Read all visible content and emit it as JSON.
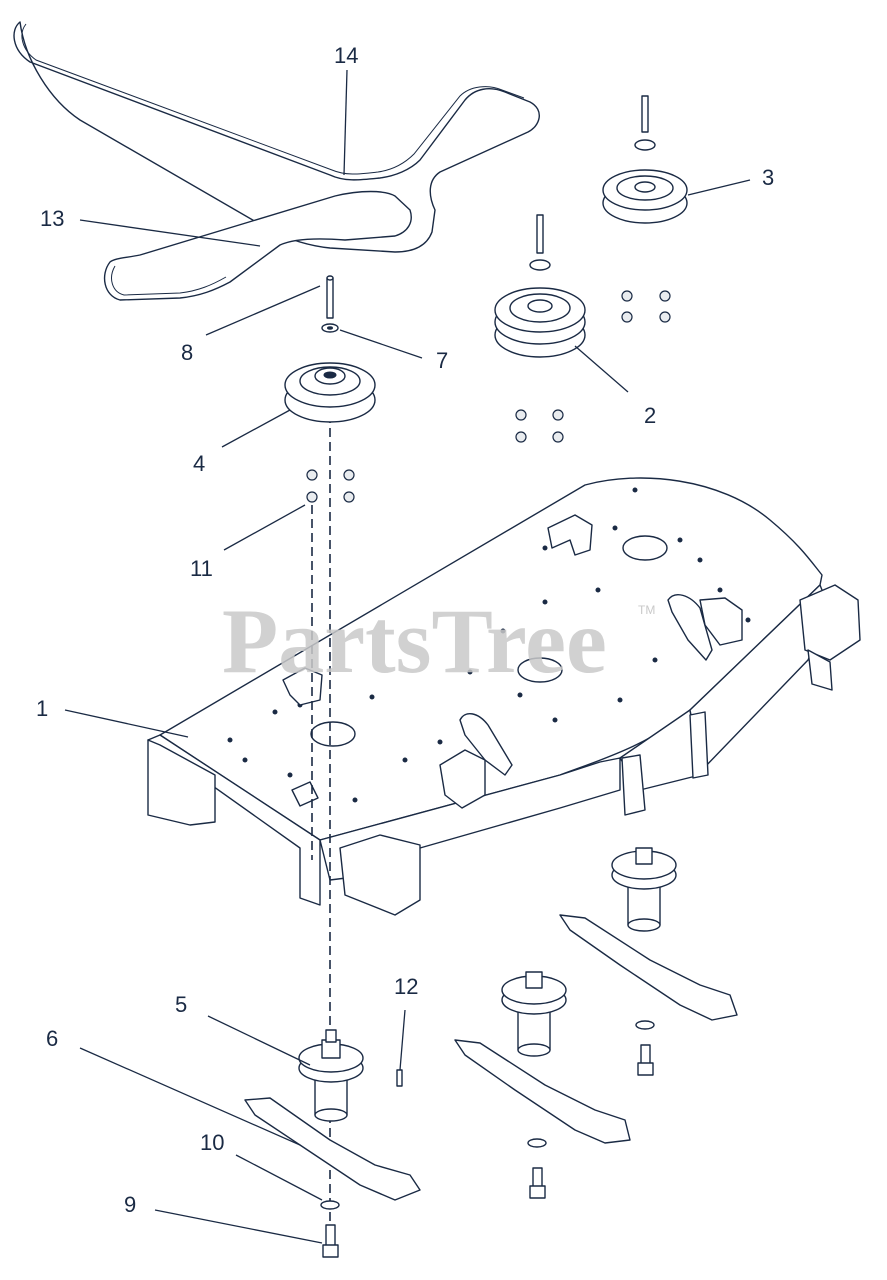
{
  "watermark": {
    "text": "PartsTree",
    "trademark": "TM"
  },
  "callouts": [
    {
      "id": "1",
      "label": "1"
    },
    {
      "id": "2",
      "label": "2"
    },
    {
      "id": "3",
      "label": "3"
    },
    {
      "id": "4",
      "label": "4"
    },
    {
      "id": "5",
      "label": "5"
    },
    {
      "id": "6",
      "label": "6"
    },
    {
      "id": "7",
      "label": "7"
    },
    {
      "id": "8",
      "label": "8"
    },
    {
      "id": "9",
      "label": "9"
    },
    {
      "id": "10",
      "label": "10"
    },
    {
      "id": "11",
      "label": "11"
    },
    {
      "id": "12",
      "label": "12"
    },
    {
      "id": "13",
      "label": "13"
    },
    {
      "id": "14",
      "label": "14"
    }
  ],
  "colors": {
    "line": "#1a2a44",
    "watermark": "#c9c9c9",
    "background": "#ffffff"
  }
}
